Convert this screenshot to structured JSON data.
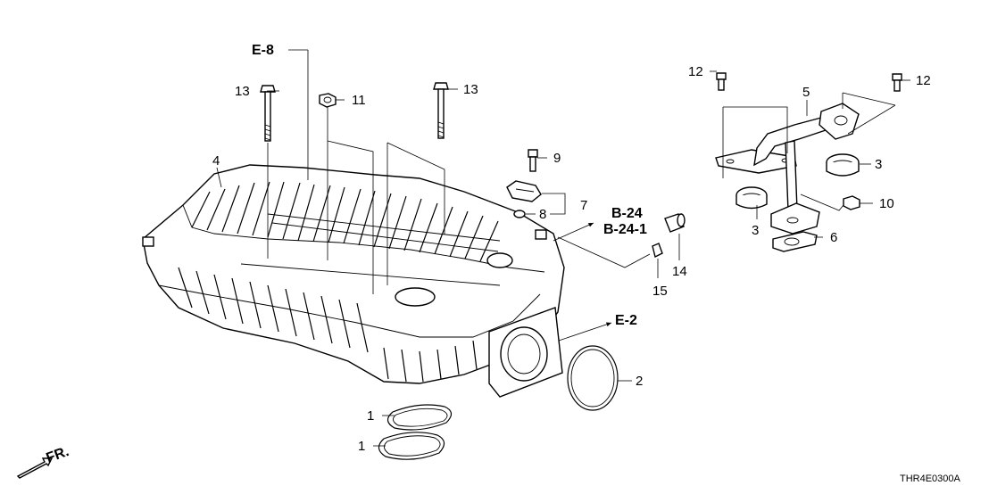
{
  "diagram": {
    "code": "THR4E0300A",
    "direction": "FR.",
    "references": {
      "e8": "E-8",
      "b24": "B-24",
      "b241": "B-24-1",
      "e2": "E-2"
    },
    "callouts": {
      "c1a": "1",
      "c1b": "1",
      "c2": "2",
      "c3a": "3",
      "c3b": "3",
      "c4": "4",
      "c5": "5",
      "c6": "6",
      "c7": "7",
      "c8": "8",
      "c9": "9",
      "c10": "10",
      "c11": "11",
      "c12a": "12",
      "c12b": "12",
      "c13a": "13",
      "c13b": "13",
      "c14": "14",
      "c15": "15"
    }
  }
}
